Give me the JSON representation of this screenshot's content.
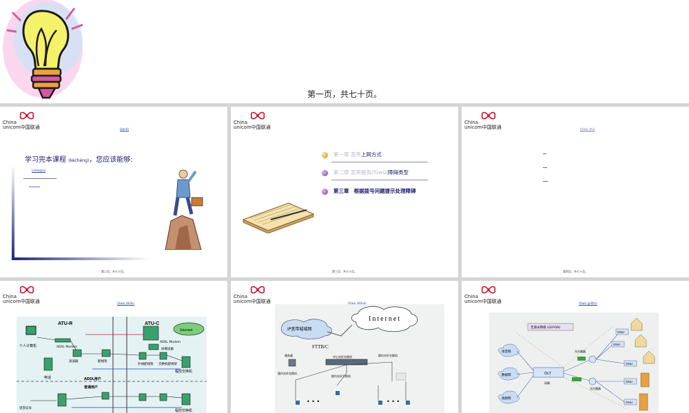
{
  "top": {
    "caption": "第一页，共七十页。"
  },
  "logo": {
    "line1": "China",
    "line2": "unicom中国联通"
  },
  "slide1": {
    "title": "学习完本课程",
    "title_small": "(kèchéng)",
    "title_rest": "，您应该能够:",
    "link": "(chéngxù)",
    "page": "第二页，共七十页。",
    "header_link": "(kanit)"
  },
  "slide2": {
    "ch1_label": "第一章",
    "ch1_faint": "宽带",
    "ch1_strong": "上网方式",
    "ch2_label": "第二章",
    "ch2_faint": "宽带服务(fúwù)",
    "ch2_strong": "障碍类型",
    "ch3_label": "第三章",
    "ch3_strong": "根据拨号问题提示处理障碍",
    "page": "第三页，共七十页。"
  },
  "slide3": {
    "header_link": "(fúwù chù)",
    "page": "第四页，共七十页。"
  },
  "slide4": {
    "header_link": "(fúwù zhìdù)",
    "atur": "ATU-R",
    "atuc": "ATU-C",
    "internet": "Internet",
    "pc": "个人计算机",
    "adsl_modem": "ADSL Modem",
    "splitter": "滤波器",
    "phone": "电话",
    "adsl_user": "ADSL用户",
    "normal_user": "普通用户",
    "wiring": "配线架",
    "outer_wiring": "外线配线架",
    "switch_wiring": "交换机配线架",
    "pbx": "程控交换机",
    "dslam": "ADSL Modem",
    "rack": "局端设备",
    "voice": "话音信号"
  },
  "slide5": {
    "header_link": "(fúwù xìtǒng)",
    "internet": "Internet",
    "ip_net": "IP宽带城域网",
    "fttb": "FTTB/C",
    "server": "服务器",
    "sw1": "楼内光纤交换机",
    "sw2": "楼内光纤交换机",
    "sw3": "楼内光纤交换机",
    "core": "中心光纤交换机"
  },
  "slide6": {
    "header_link": "(fúwù guīfàn)",
    "gepon": "无源光网络 (GEPON)",
    "voice_net": "语音网",
    "data_net": "数据网",
    "tv_net": "视频网",
    "olt": "OLT",
    "olt_sub": "局端",
    "splitter1": "光分路器",
    "splitter2": "光分路器",
    "onu": "ONU"
  }
}
